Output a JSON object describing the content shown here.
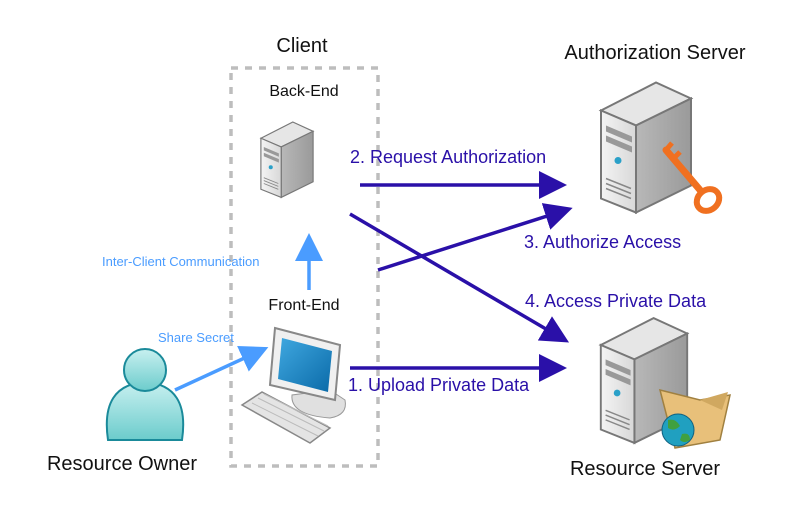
{
  "diagram": {
    "nodes": {
      "client": "Client",
      "back_end": "Back-End",
      "front_end": "Front-End",
      "resource_owner": "Resource Owner",
      "authorization_server": "Authorization Server",
      "resource_server": "Resource Server"
    },
    "edges": {
      "inter_client": "Inter-Client Communication",
      "share_secret": "Share Secret",
      "step1": "1. Upload Private Data",
      "step2": "2. Request Authorization",
      "step3": "3. Authorize Access",
      "step4": "4. Access Private Data"
    },
    "colors": {
      "primary_arrow": "#2a10a8",
      "secondary_arrow": "#4a9cff",
      "client_boundary": "#bdbdbd",
      "key": "#f07020"
    },
    "icons": {
      "back_end": "server-icon",
      "front_end": "desktop-computer-icon",
      "resource_owner": "user-icon",
      "authorization_server": "server-with-key-icon",
      "resource_server": "server-with-folder-icon"
    }
  }
}
